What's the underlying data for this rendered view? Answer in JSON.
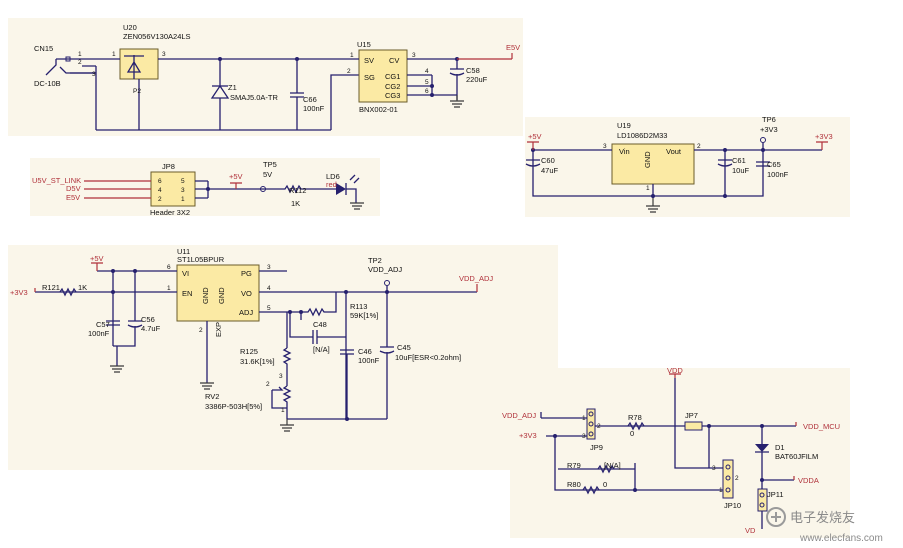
{
  "top": {
    "cn15": "CN15",
    "cn15_type": "DC-10B",
    "pins": [
      "1",
      "2",
      "3"
    ],
    "u20": "U20",
    "u20_part": "ZEN056V130A24LS",
    "u20_p1": "1",
    "u20_p3": "3",
    "u20_p2": "P2",
    "z1": "Z1",
    "z1_part": "SMAJ5.0A-TR",
    "c66": "C66",
    "c66_val": "100nF",
    "u15": "U15",
    "u15_part": "BNX002-01",
    "u15_pins": {
      "sv": "SV",
      "cv": "CV",
      "sg": "SG",
      "cg1": "CG1",
      "cg2": "CG2",
      "cg3": "CG3"
    },
    "u15_nums": [
      "1",
      "2",
      "3",
      "4",
      "5",
      "6"
    ],
    "c58": "C58",
    "c58_val": "220uF",
    "e5v": "E5V"
  },
  "jp8": {
    "ref": "JP8",
    "part": "Header 3X2",
    "nets": [
      "U5V_ST_LINK",
      "D5V",
      "E5V"
    ],
    "pins": [
      "6",
      "5",
      "4",
      "3",
      "2",
      "1"
    ],
    "p5v": "+5V",
    "tp5": "TP5",
    "tp5_val": "5V",
    "r112": "R112",
    "r112_val": "1K",
    "ld6": "LD6",
    "ld6_val": "red"
  },
  "u19": {
    "ref": "U19",
    "part": "LD1086D2M33",
    "vin": "Vin",
    "vout": "Vout",
    "gnd": "GND",
    "n3": "3",
    "n2": "2",
    "n1": "1",
    "p5v": "+5V",
    "c60": "C60",
    "c60_val": "47uF",
    "c61": "C61",
    "c61_val": "10uF",
    "c65": "C65",
    "c65_val": "100nF",
    "tp6": "TP6",
    "tp6_val": "+3V3",
    "p3v3": "+3V3"
  },
  "u11": {
    "ref": "U11",
    "part": "ST1L05BPUR",
    "vi": "VI",
    "en": "EN",
    "gnd": "GND",
    "exp": "EXP",
    "pg": "PG",
    "vo": "VO",
    "adj": "ADJ",
    "n6": "6",
    "n1": "1",
    "n3": "3",
    "n4": "4",
    "n5": "5",
    "n2": "2",
    "p5v": "+5V",
    "p3v3": "+3V3",
    "r121": "R121",
    "r121_val": "1K",
    "c57": "C57",
    "c57_val": "100nF",
    "c56": "C56",
    "c56_val": "4.7uF",
    "tp2": "TP2",
    "tp2_val": "VDD_ADJ",
    "vdd_adj": "VDD_ADJ",
    "r113": "R113",
    "r113_val": "59K[1%]",
    "c48": "C48",
    "c48_val": "[N/A]",
    "c46": "C46",
    "c46_val": "100nF",
    "c45": "C45",
    "c45_val": "10uF[ESR<0.2ohm]",
    "r125": "R125",
    "r125_val": "31.6K[1%]",
    "rv2": "RV2",
    "rv2_part": "3386P-503H[5%]",
    "rv_n2": "2",
    "rv_n3": "3",
    "rv_n1": "1"
  },
  "sel": {
    "vdd": "VDD",
    "vdd_adj": "VDD_ADJ",
    "p3v3": "+3V3",
    "jp9": "JP9",
    "jp9_nums": [
      "1",
      "2",
      "3"
    ],
    "r78": "R78",
    "r78_val": "0",
    "jp7": "JP7",
    "vdd_mcu": "VDD_MCU",
    "d1": "D1",
    "d1_part": "BAT60JFILM",
    "vdda": "VDDA",
    "r79": "R79",
    "r79_val": "[N/A]",
    "r80": "R80",
    "r80_val": "0",
    "jp10": "JP10",
    "jp10_nums": [
      "3",
      "2",
      "1"
    ],
    "jp11": "JP11",
    "vd": "VD"
  },
  "watermark": {
    "cn": "电子发烧友",
    "url": "www.elecfans.com"
  }
}
